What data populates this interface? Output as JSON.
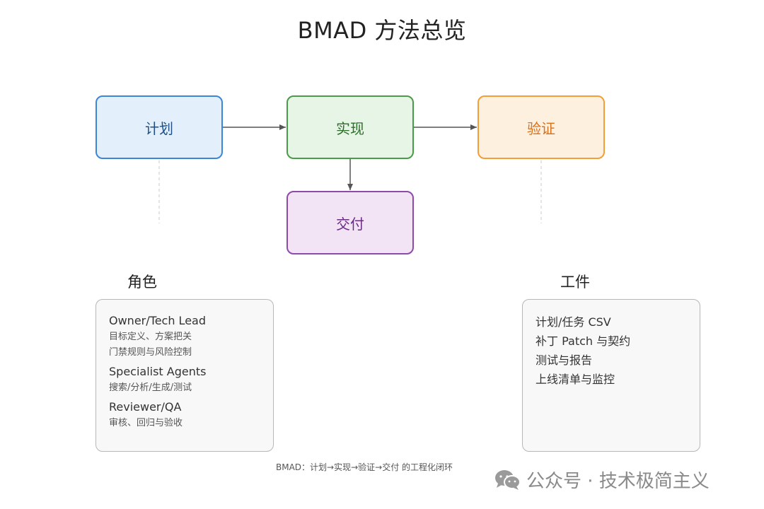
{
  "title": "BMAD 方法总览",
  "nodes": {
    "plan": "计划",
    "implement": "实现",
    "verify": "验证",
    "deliver": "交付"
  },
  "roles": {
    "heading": "角色",
    "items": [
      {
        "name": "Owner/Tech Lead",
        "desc": [
          "目标定义、方案把关",
          "门禁规则与风险控制"
        ]
      },
      {
        "name": "Specialist Agents",
        "desc": [
          "搜索/分析/生成/测试"
        ]
      },
      {
        "name": "Reviewer/QA",
        "desc": [
          "审核、回归与验收"
        ]
      }
    ]
  },
  "artifacts": {
    "heading": "工件",
    "items": [
      "计划/任务 CSV",
      "补丁 Patch 与契约",
      "测试与报告",
      "上线清单与监控"
    ]
  },
  "caption": "BMAD：计划→实现→验证→交付 的工程化闭环",
  "watermark": {
    "icon": "wechat-icon",
    "text": "公众号 · 技术极简主义"
  },
  "colors": {
    "plan": "#3c86d6",
    "implement": "#4a9b47",
    "verify": "#f29f38",
    "deliver": "#8e4aa8"
  }
}
